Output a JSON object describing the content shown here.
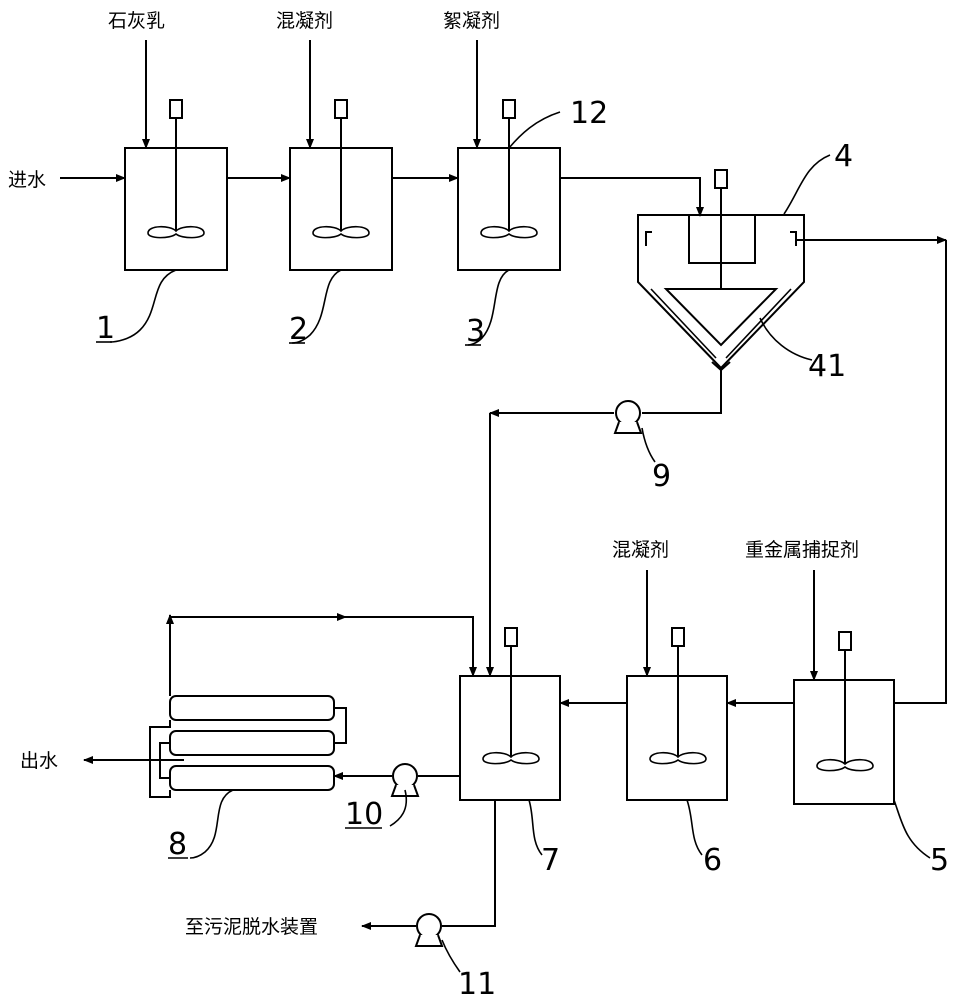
{
  "labels": {
    "lime_milk": "石灰乳",
    "coagulant_1": "混凝剂",
    "flocculant": "絮凝剂",
    "inlet": "进水",
    "coagulant_2": "混凝剂",
    "heavy_metal_capture": "重金属捕捉剂",
    "outlet": "出水",
    "to_sludge": "至污泥脱水装置"
  },
  "numbers": {
    "n1": "1",
    "n2": "2",
    "n3": "3",
    "n4": "4",
    "n41": "41",
    "n5": "5",
    "n6": "6",
    "n7": "7",
    "n8": "8",
    "n9": "9",
    "n10": "10",
    "n11": "11",
    "n12": "12"
  },
  "colors": {
    "line": "#000000",
    "background": "#ffffff"
  }
}
